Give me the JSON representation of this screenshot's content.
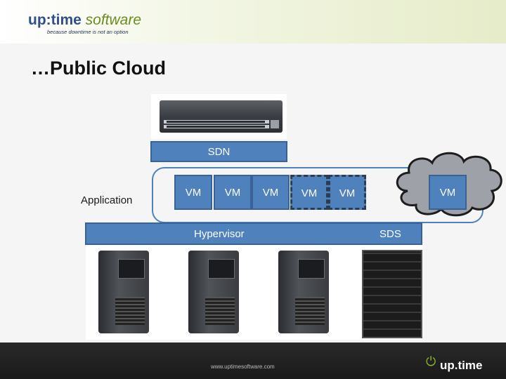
{
  "header": {
    "logo_main": "up:time",
    "logo_soft": " software",
    "tagline": "because downtime is not an option"
  },
  "title": "…Public Cloud",
  "diagram": {
    "sdn_label": "SDN",
    "application_label": "Application",
    "vms": [
      "VM",
      "VM",
      "VM",
      "VM",
      "VM",
      "VM"
    ],
    "hypervisor_label": "Hypervisor",
    "sds_label": "SDS"
  },
  "footer": {
    "url": "www.uptimesoftware.com",
    "logo": "up.time"
  },
  "colors": {
    "box_blue": "#4f81bd",
    "cloud_gray": "#9ea2a8"
  }
}
